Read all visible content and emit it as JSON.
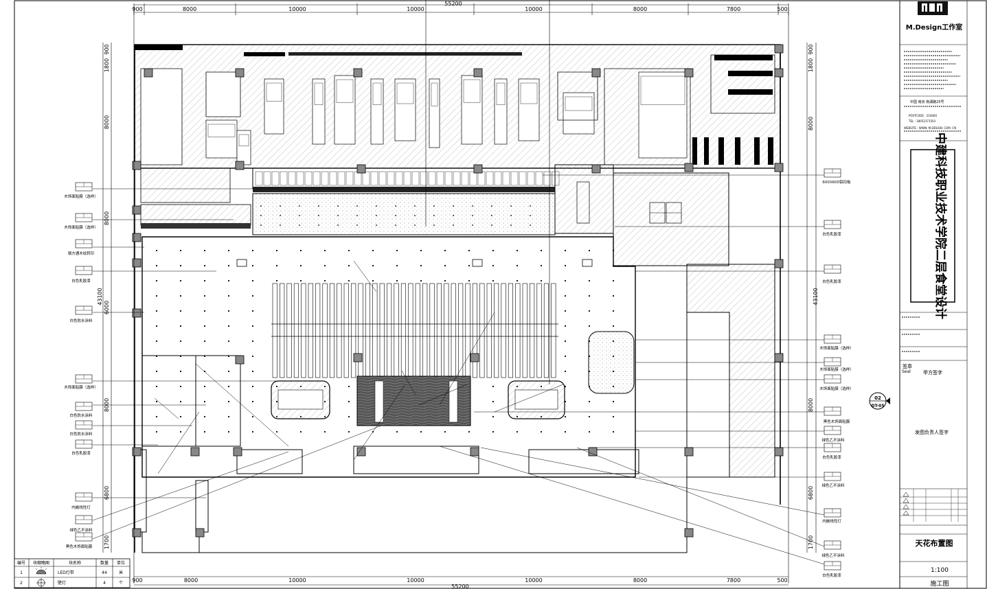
{
  "dims": {
    "top": [
      "900",
      "8000",
      "10000",
      "10000",
      "10000",
      "8000",
      "7800",
      "500"
    ],
    "total": "55200",
    "bottom": [
      "900",
      "8000",
      "10000",
      "10000",
      "10000",
      "8000",
      "7800",
      "500"
    ],
    "left": [
      "900",
      "1800",
      "8000",
      "8000",
      "43100",
      "6000",
      "8000",
      "6800",
      "1700"
    ],
    "right": [
      "900",
      "1800",
      "8000",
      "43100",
      "8000",
      "6800",
      "1700"
    ]
  },
  "tags_left": [
    "木饰面贴膜（选样）",
    "木饰面贴膜（选样）",
    "钢方通木纹转印",
    "白色乳胶漆",
    "白色防水涂料",
    "木饰面贴膜（选样）",
    "白色防水涂料",
    "白色防水涂料",
    "白色乳胶漆",
    "内嵌线性灯",
    "绿色乙不涂料",
    "黑色木饰面贴膜"
  ],
  "tags_right": [
    "600X600铝扣板",
    "白色乳胶漆",
    "白色乳胶漆",
    "木饰面贴膜（选样）",
    "木饰面贴膜（选样）",
    "木饰面贴膜（选样）",
    "黑色木饰面贴膜",
    "绿色乙不涂料",
    "白色乳胶漆",
    "绿色乙不涂料",
    "内嵌线性灯",
    "绿色乙不涂料",
    "白色乳胶漆"
  ],
  "section_marker": {
    "top": "02",
    "bottom": "DT-05"
  },
  "legend": {
    "headers": [
      "编号",
      "块缩略图",
      "块名称",
      "数量",
      "单位"
    ],
    "rows": [
      {
        "no": "1",
        "name": "LED灯带",
        "qty": "44",
        "unit": "米"
      },
      {
        "no": "2",
        "name": "壁灯",
        "qty": "4",
        "unit": "个"
      }
    ]
  },
  "titleblock": {
    "studio": "M.Design工作室",
    "address": "中国 南京 南湖路25号",
    "postcode": "POSTCODE : 210000",
    "tel": "TEL : 18052371503",
    "website": "WEBSITE : WWW. M.DESIGN. COM. CN",
    "project": "中建科技职业技术学院二层食堂设计",
    "seal_label": "签章",
    "seal_en": "Seal",
    "sign_a": "甲方签字",
    "sign_b": "发图负责人签字",
    "drawing_title": "天花布置图",
    "scale": "1:100",
    "phase": "施工图"
  },
  "colors": {
    "line": "#000000",
    "hatch": "#888888",
    "paper": "#ffffff"
  }
}
